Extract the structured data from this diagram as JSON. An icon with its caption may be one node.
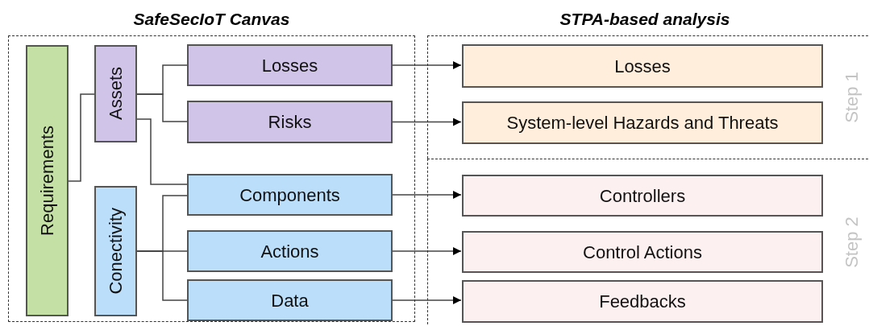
{
  "diagram": {
    "nodes": [
      {
        "text": [
          "SafeSecIoT Canvas"
        ]
      },
      {
        "text": [
          "Requirements"
        ],
        "in": 0
      },
      {
        "text": [
          "Assets"
        ],
        "in": 0
      },
      {
        "text": [
          "Losses"
        ],
        "in": 0
      },
      {
        "text": [
          "Risks"
        ],
        "in": 0
      },
      {
        "text": [
          "Conectivity"
        ],
        "in": 0
      },
      {
        "text": [
          "Components"
        ],
        "in": 0
      },
      {
        "text": [
          "Actions"
        ],
        "in": 0
      },
      {
        "text": [
          "Data"
        ],
        "in": 0
      },
      {
        "text": [
          "Step 1"
        ]
      },
      {
        "text": [
          "Losses"
        ],
        "in": 9
      },
      {
        "text": [
          "System-level Hazards and Threats"
        ],
        "in": 9
      },
      {
        "text": [
          "Step 2"
        ]
      },
      {
        "text": [
          "Controllers"
        ],
        "in": 12
      },
      {
        "text": [
          "Control Actions"
        ],
        "in": 12
      },
      {
        "text": [
          "Feedbacks"
        ],
        "in": 12
      }
    ],
    "edges": [
      {
        "from": 1,
        "to": 2,
        "arrow": "none"
      },
      {
        "from": 2,
        "to": 3,
        "arrow": "none"
      },
      {
        "from": 2,
        "to": 4,
        "arrow": "none"
      },
      {
        "from": 2,
        "to": 6,
        "arrow": "none"
      },
      {
        "from": 5,
        "to": 6,
        "arrow": "none"
      },
      {
        "from": 5,
        "to": 7,
        "arrow": "none"
      },
      {
        "from": 5,
        "to": 8,
        "arrow": "none"
      },
      {
        "from": 3,
        "to": 10,
        "arrow": "to"
      },
      {
        "from": 4,
        "to": 11,
        "arrow": "to"
      },
      {
        "from": 6,
        "to": 13,
        "arrow": "to"
      },
      {
        "from": 7,
        "to": 14,
        "arrow": "to"
      },
      {
        "from": 8,
        "to": 15,
        "arrow": "to"
      }
    ],
    "labels": [
      "STPA-based analysis"
    ]
  }
}
